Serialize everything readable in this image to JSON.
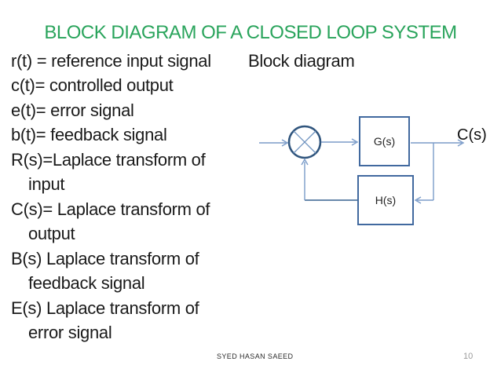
{
  "slide": {
    "title": "BLOCK DIAGRAM OF A CLOSED LOOP SYSTEM",
    "section_label": "Block diagram",
    "definitions": [
      "r(t) = reference input signal",
      "c(t)= controlled output",
      "e(t)= error signal",
      "b(t)= feedback signal",
      "R(s)=Laplace transform of",
      "input",
      "C(s)= Laplace transform of",
      "output",
      "B(s) Laplace transform of",
      "feedback signal",
      "E(s) Laplace transform of",
      "error signal"
    ],
    "diagram": {
      "g_block_label": "G(s)",
      "h_block_label": "H(s)",
      "output_signal_label": "C(s)",
      "summing_junction_type": "circle-with-x"
    },
    "footer": {
      "author": "SYED HASAN SAEED",
      "page_number": "10"
    },
    "colors": {
      "title_green": "#2aa45c",
      "connector_blue": "#7b9cc9",
      "shape_outline_blue": "#41699f",
      "junction_outline_blue": "#30557d",
      "junction_x_blue": "#6f93bf",
      "feedback_dark_blue": "#36608f",
      "page_number_gray": "#9b9b9b"
    }
  }
}
